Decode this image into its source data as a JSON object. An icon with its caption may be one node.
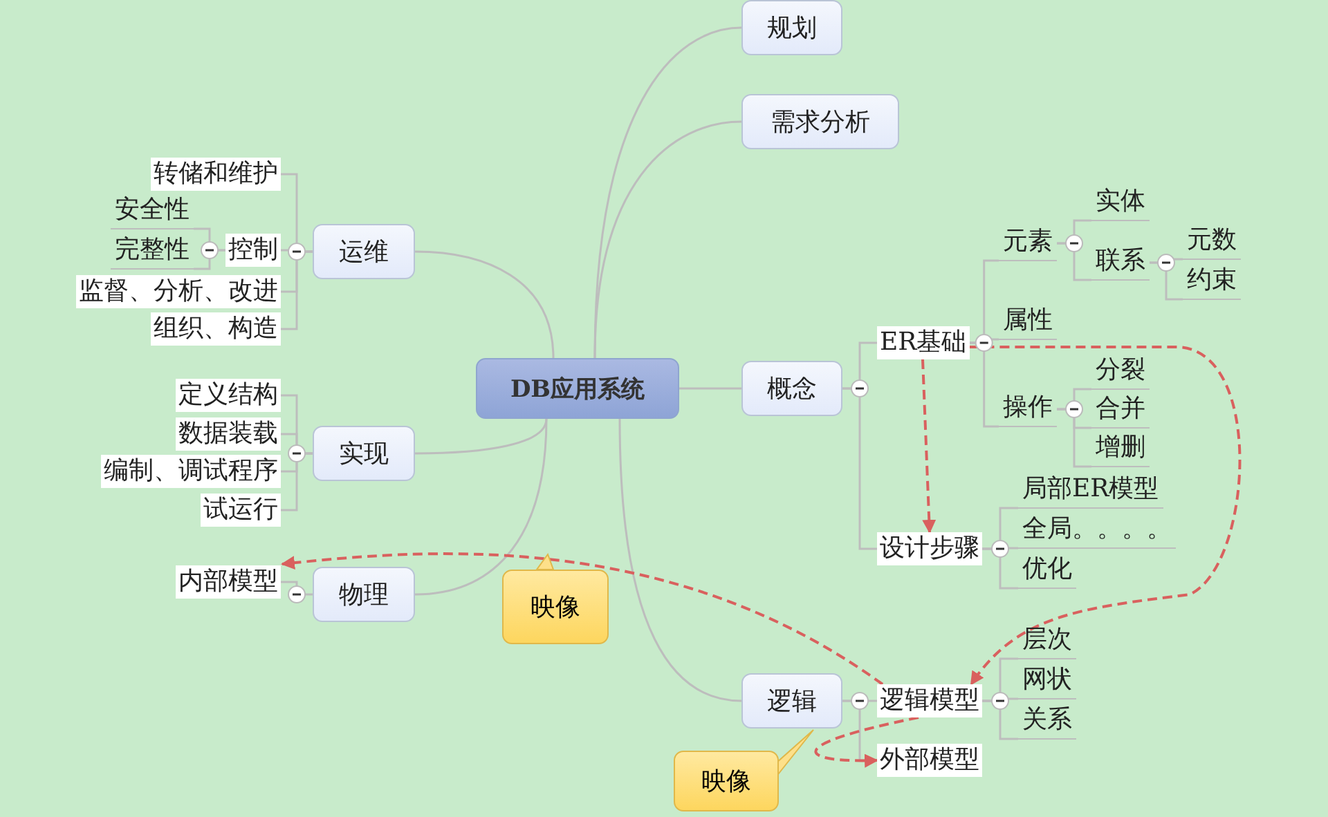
{
  "diagram": {
    "nodes": [
      {
        "text": [
          "DB应用系统"
        ]
      },
      {
        "text": [
          "规划"
        ]
      },
      {
        "text": [
          "需求分析"
        ]
      },
      {
        "text": [
          "概念"
        ]
      },
      {
        "text": [
          "逻辑"
        ]
      },
      {
        "text": [
          "运维"
        ]
      },
      {
        "text": [
          "实现"
        ]
      },
      {
        "text": [
          "物理"
        ]
      },
      {
        "text": [
          "转储和维护"
        ]
      },
      {
        "text": [
          "控制"
        ]
      },
      {
        "text": [
          "安全性"
        ]
      },
      {
        "text": [
          "完整性"
        ]
      },
      {
        "text": [
          "监督、分析、改进"
        ]
      },
      {
        "text": [
          "组织、构造"
        ]
      },
      {
        "text": [
          "定义结构"
        ]
      },
      {
        "text": [
          "数据装载"
        ]
      },
      {
        "text": [
          "编制、调试程序"
        ]
      },
      {
        "text": [
          "试运行"
        ]
      },
      {
        "text": [
          "内部模型"
        ]
      },
      {
        "text": [
          "ER基础"
        ]
      },
      {
        "text": [
          "元素"
        ]
      },
      {
        "text": [
          "实体"
        ]
      },
      {
        "text": [
          "联系"
        ]
      },
      {
        "text": [
          "元数"
        ]
      },
      {
        "text": [
          "约束"
        ]
      },
      {
        "text": [
          "属性"
        ]
      },
      {
        "text": [
          "操作"
        ]
      },
      {
        "text": [
          "分裂"
        ]
      },
      {
        "text": [
          "合并"
        ]
      },
      {
        "text": [
          "增删"
        ]
      },
      {
        "text": [
          "设计步骤"
        ]
      },
      {
        "text": [
          "局部ER模型"
        ]
      },
      {
        "text": [
          "全局。。。。"
        ]
      },
      {
        "text": [
          "优化"
        ]
      },
      {
        "text": [
          "逻辑模型"
        ]
      },
      {
        "text": [
          "层次"
        ]
      },
      {
        "text": [
          "网状"
        ]
      },
      {
        "text": [
          "关系"
        ]
      },
      {
        "text": [
          "外部模型"
        ]
      }
    ],
    "edges": [
      {
        "from": 0,
        "to": 1,
        "arrow": "none"
      },
      {
        "from": 0,
        "to": 2,
        "arrow": "none"
      },
      {
        "from": 0,
        "to": 3,
        "arrow": "none"
      },
      {
        "from": 0,
        "to": 4,
        "arrow": "none"
      },
      {
        "from": 0,
        "to": 5,
        "arrow": "none"
      },
      {
        "from": 0,
        "to": 6,
        "arrow": "none"
      },
      {
        "from": 0,
        "to": 7,
        "arrow": "none"
      },
      {
        "from": 5,
        "to": 8,
        "arrow": "none"
      },
      {
        "from": 5,
        "to": 9,
        "arrow": "none"
      },
      {
        "from": 5,
        "to": 12,
        "arrow": "none"
      },
      {
        "from": 5,
        "to": 13,
        "arrow": "none"
      },
      {
        "from": 9,
        "to": 10,
        "arrow": "none"
      },
      {
        "from": 9,
        "to": 11,
        "arrow": "none"
      },
      {
        "from": 6,
        "to": 14,
        "arrow": "none"
      },
      {
        "from": 6,
        "to": 15,
        "arrow": "none"
      },
      {
        "from": 6,
        "to": 16,
        "arrow": "none"
      },
      {
        "from": 6,
        "to": 17,
        "arrow": "none"
      },
      {
        "from": 7,
        "to": 18,
        "arrow": "none"
      },
      {
        "from": 3,
        "to": 19,
        "arrow": "none"
      },
      {
        "from": 3,
        "to": 30,
        "arrow": "none"
      },
      {
        "from": 19,
        "to": 20,
        "arrow": "none"
      },
      {
        "from": 19,
        "to": 25,
        "arrow": "none"
      },
      {
        "from": 19,
        "to": 26,
        "arrow": "none"
      },
      {
        "from": 20,
        "to": 21,
        "arrow": "none"
      },
      {
        "from": 20,
        "to": 22,
        "arrow": "none"
      },
      {
        "from": 22,
        "to": 23,
        "arrow": "none"
      },
      {
        "from": 22,
        "to": 24,
        "arrow": "none"
      },
      {
        "from": 26,
        "to": 27,
        "arrow": "none"
      },
      {
        "from": 26,
        "to": 28,
        "arrow": "none"
      },
      {
        "from": 26,
        "to": 29,
        "arrow": "none"
      },
      {
        "from": 30,
        "to": 31,
        "arrow": "none"
      },
      {
        "from": 30,
        "to": 32,
        "arrow": "none"
      },
      {
        "from": 30,
        "to": 33,
        "arrow": "none"
      },
      {
        "from": 4,
        "to": 34,
        "arrow": "none"
      },
      {
        "from": 4,
        "to": 38,
        "arrow": "none"
      },
      {
        "from": 34,
        "to": 35,
        "arrow": "none"
      },
      {
        "from": 34,
        "to": 36,
        "arrow": "none"
      },
      {
        "from": 34,
        "to": 37,
        "arrow": "none"
      },
      {
        "from": 19,
        "to": 30,
        "arrow": "to",
        "style": "dashed",
        "color": "#d9605e"
      },
      {
        "from": 19,
        "to": 34,
        "arrow": "to",
        "style": "dashed",
        "color": "#d9605e"
      },
      {
        "from": 34,
        "to": 18,
        "arrow": "to",
        "style": "dashed",
        "color": "#d9605e",
        "label": "映像"
      },
      {
        "from": 34,
        "to": 38,
        "arrow": "to",
        "style": "dashed",
        "color": "#d9605e",
        "label": "映像"
      }
    ]
  }
}
